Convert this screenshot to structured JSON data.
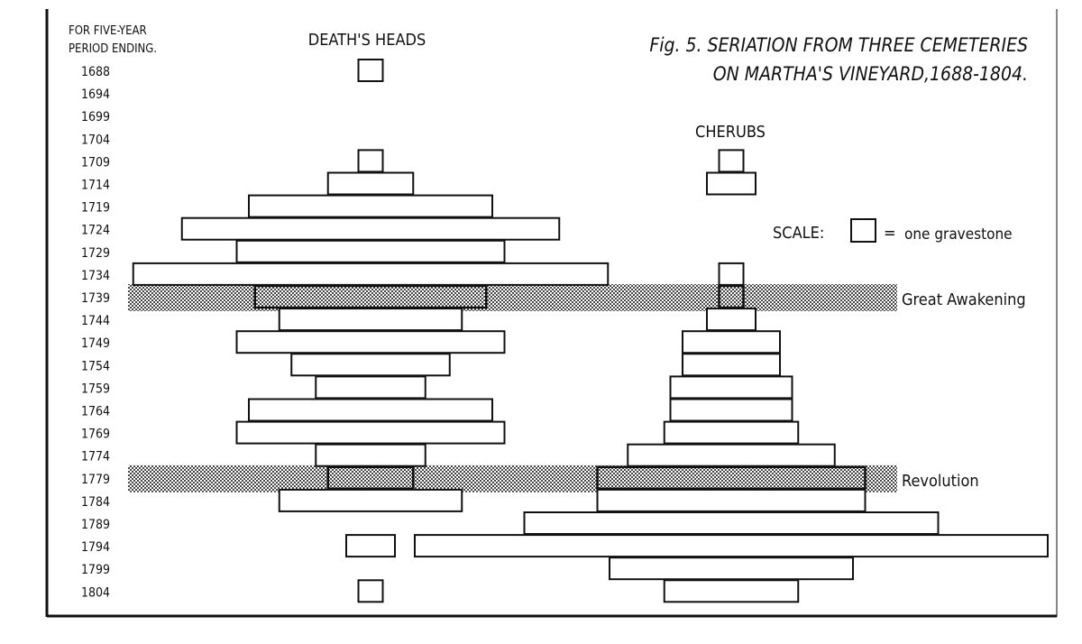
{
  "chart_data": {
    "type": "bar",
    "subtype": "seriation-centered-bars",
    "title_line1": "Fig. 5. SERIATION FROM THREE CEMETERIES",
    "title_line2": "ON MARTHA'S VINEYARD,1688-1804.",
    "ylabel_line1": "FOR FIVE-YEAR",
    "ylabel_line2": "PERIOD ENDING.",
    "categories": [
      "1688",
      "1694",
      "1699",
      "1704",
      "1709",
      "1714",
      "1719",
      "1724",
      "1729",
      "1734",
      "1739",
      "1744",
      "1749",
      "1754",
      "1759",
      "1764",
      "1769",
      "1774",
      "1779",
      "1784",
      "1789",
      "1794",
      "1799",
      "1804"
    ],
    "units": "gravestones",
    "series": [
      {
        "name": "DEATH'S HEADS",
        "values": [
          1,
          0,
          0,
          0,
          1,
          3.5,
          10,
          15.5,
          11,
          19.5,
          9.5,
          7.5,
          11,
          6.5,
          4.5,
          10,
          11,
          4.5,
          3.5,
          7.5,
          0,
          2,
          0,
          1
        ]
      },
      {
        "name": "CHERUBS",
        "values": [
          0,
          0,
          0,
          0,
          1,
          2,
          0,
          0,
          0,
          1,
          1,
          2,
          4,
          4,
          5,
          5,
          5.5,
          8.5,
          11,
          11,
          17,
          26,
          10,
          5.5
        ]
      }
    ],
    "scale_legend": {
      "label": "SCALE:",
      "equals": "=",
      "text": "one gravestone",
      "value": 1
    },
    "annotations": [
      {
        "label": "Great Awakening",
        "period": "1739"
      },
      {
        "label": "Revolution",
        "period": "1779"
      }
    ],
    "colors": {
      "ink": "#111111",
      "band": "#9a9a9a",
      "background": "#ffffff"
    }
  }
}
